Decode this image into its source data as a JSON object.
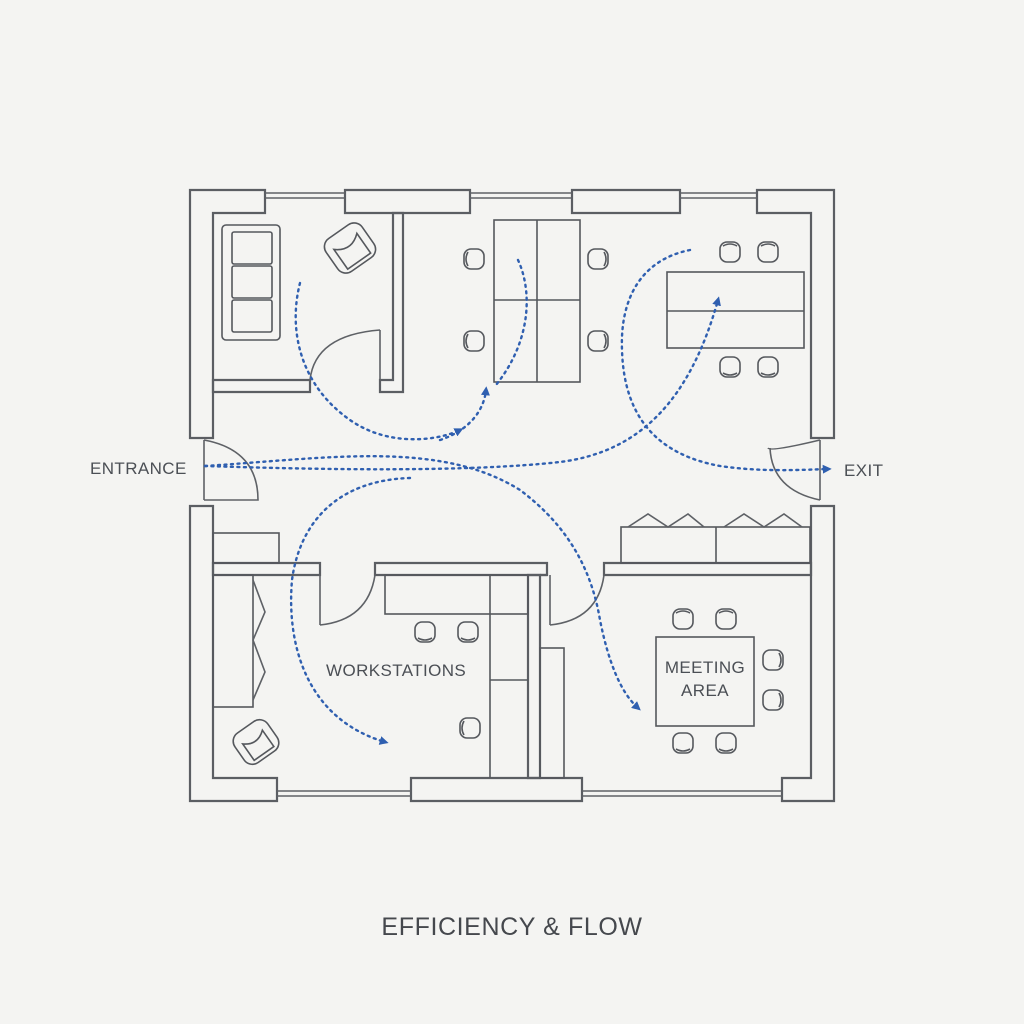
{
  "plan": {
    "labels": {
      "entrance": "ENTRANCE",
      "exit": "EXIT",
      "workstations": "WORKSTATIONS",
      "meeting_line1": "MEETING",
      "meeting_line2": "AREA"
    },
    "title": "EFFICIENCY & FLOW"
  },
  "colors": {
    "flow_accent": "#2f5fb0",
    "wall": "#5b5e63",
    "background": "#f4f4f2"
  },
  "icons": [
    "arrow-head-icon",
    "chair-icon",
    "armchair-icon",
    "sofa-icon"
  ]
}
